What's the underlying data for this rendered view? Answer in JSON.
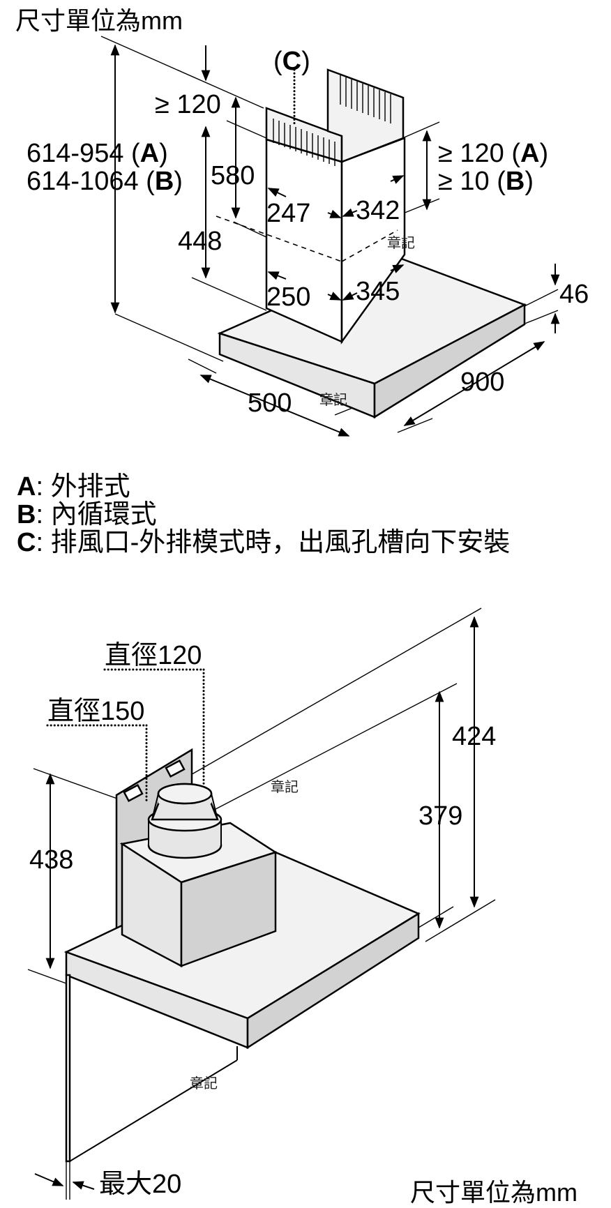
{
  "unit_label": "尺寸單位為mm",
  "top_view": {
    "vent_label_prefix": "(",
    "vent_label_letter": "C",
    "vent_label_suffix": ")",
    "height_total_A": "614-954 (",
    "height_total_A_letter": "A",
    "height_total_B": "614-1064 (",
    "height_total_B_letter": "B",
    "close_paren": ")",
    "top_clearance": "≥ 120",
    "chimney_upper_height": "580",
    "chimney_lower_height": "448",
    "upper_width": "247",
    "upper_depth": "342",
    "lower_width": "250",
    "lower_depth": "345",
    "side_clearance_A": "≥ 120 (",
    "side_clearance_A_letter": "A",
    "side_clearance_B": "≥ 10 (",
    "side_clearance_B_letter": "B",
    "canopy_thickness": "46",
    "canopy_width": "900",
    "canopy_depth": "500"
  },
  "legend": [
    {
      "key": "A",
      "text": ": 外排式"
    },
    {
      "key": "B",
      "text": ": 內循環式"
    },
    {
      "key": "C",
      "text": ": 排風口-外排模式時，出風孔槽向下安裝"
    }
  ],
  "bottom_view": {
    "duct_dia_120": "直徑120",
    "duct_dia_150": "直徑150",
    "height_438": "438",
    "height_424": "424",
    "height_379": "379",
    "wall_gap": "最大20"
  },
  "watermark": "章記"
}
